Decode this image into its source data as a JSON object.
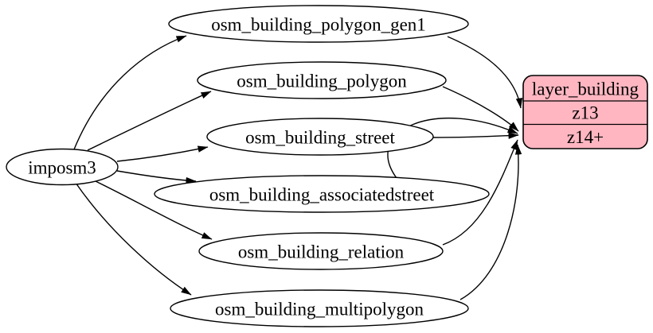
{
  "graph": {
    "source_node": {
      "id": "imposm3",
      "label": "imposm3"
    },
    "table_nodes": [
      {
        "id": "osm_building_polygon_gen1",
        "label": "osm_building_polygon_gen1"
      },
      {
        "id": "osm_building_polygon",
        "label": "osm_building_polygon"
      },
      {
        "id": "osm_building_street",
        "label": "osm_building_street"
      },
      {
        "id": "osm_building_associatedstreet",
        "label": "osm_building_associatedstreet"
      },
      {
        "id": "osm_building_relation",
        "label": "osm_building_relation"
      },
      {
        "id": "osm_building_multipolygon",
        "label": "osm_building_multipolygon"
      }
    ],
    "layer_node": {
      "id": "layer_building",
      "title": "layer_building",
      "zoom_rows": [
        {
          "label": "z13"
        },
        {
          "label": "z14+"
        }
      ],
      "fill": "#ffb6c1",
      "stroke": "#000000"
    },
    "edges": [
      {
        "from": "imposm3",
        "to": "osm_building_polygon_gen1"
      },
      {
        "from": "imposm3",
        "to": "osm_building_polygon"
      },
      {
        "from": "imposm3",
        "to": "osm_building_street"
      },
      {
        "from": "imposm3",
        "to": "osm_building_associatedstreet"
      },
      {
        "from": "imposm3",
        "to": "osm_building_relation"
      },
      {
        "from": "imposm3",
        "to": "osm_building_multipolygon"
      },
      {
        "from": "osm_building_polygon_gen1",
        "to": "layer_building:z13"
      },
      {
        "from": "osm_building_polygon",
        "to": "layer_building:z14+"
      },
      {
        "from": "osm_building_street",
        "to": "layer_building:z14+"
      },
      {
        "from": "osm_building_associatedstreet",
        "to": "layer_building:z14+"
      },
      {
        "from": "osm_building_relation",
        "to": "layer_building:z14+"
      },
      {
        "from": "osm_building_multipolygon",
        "to": "layer_building:z14+"
      }
    ],
    "colors": {
      "background": "#ffffff",
      "edge": "#000000",
      "table_node_fill": "#ffffff",
      "layer_node_fill": "#ffb6c1"
    }
  }
}
